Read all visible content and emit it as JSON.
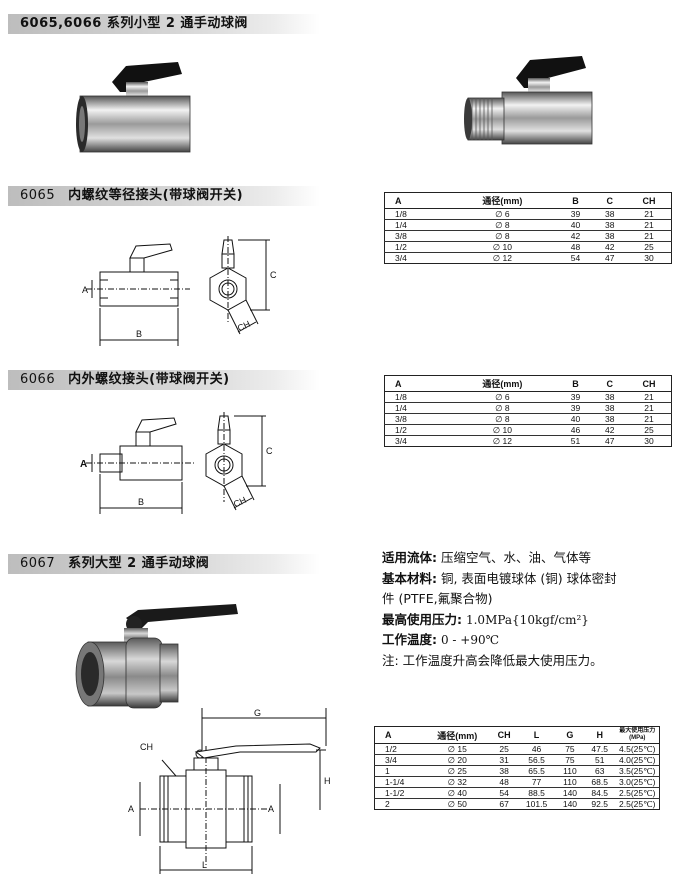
{
  "sections": {
    "s1": {
      "title": "6065,6066 系列小型 2 通手动球阀"
    },
    "s2": {
      "code": "6065",
      "title": "内螺纹等径接头(带球阀开关)"
    },
    "s3": {
      "code": "6066",
      "title": "内外螺纹接头(带球阀开关)"
    },
    "s4": {
      "code": "6067",
      "title": "系列大型 2 通手动球阀"
    }
  },
  "table_6065": {
    "headers": [
      "A",
      "通径(mm)",
      "B",
      "C",
      "CH"
    ],
    "rows": [
      [
        "1/8",
        "∅ 6",
        "39",
        "38",
        "21"
      ],
      [
        "1/4",
        "∅ 8",
        "40",
        "38",
        "21"
      ],
      [
        "3/8",
        "∅ 8",
        "42",
        "38",
        "21"
      ],
      [
        "1/2",
        "∅ 10",
        "48",
        "42",
        "25"
      ],
      [
        "3/4",
        "∅ 12",
        "54",
        "47",
        "30"
      ]
    ]
  },
  "table_6066": {
    "headers": [
      "A",
      "通径(mm)",
      "B",
      "C",
      "CH"
    ],
    "rows": [
      [
        "1/8",
        "∅ 6",
        "39",
        "38",
        "21"
      ],
      [
        "1/4",
        "∅ 8",
        "39",
        "38",
        "21"
      ],
      [
        "3/8",
        "∅ 8",
        "40",
        "38",
        "21"
      ],
      [
        "1/2",
        "∅ 10",
        "46",
        "42",
        "25"
      ],
      [
        "3/4",
        "∅ 12",
        "51",
        "47",
        "30"
      ]
    ]
  },
  "table_6067": {
    "headers": [
      "A",
      "通径(mm)",
      "CH",
      "L",
      "G",
      "H",
      "最大使用压力(MPa)"
    ],
    "rows": [
      [
        "1/2",
        "∅ 15",
        "25",
        "46",
        "75",
        "47.5",
        "4.5(25℃)"
      ],
      [
        "3/4",
        "∅ 20",
        "31",
        "56.5",
        "75",
        "51",
        "4.0(25℃)"
      ],
      [
        "1",
        "∅ 25",
        "38",
        "65.5",
        "110",
        "63",
        "3.5(25℃)"
      ],
      [
        "1-1/4",
        "∅ 32",
        "48",
        "77",
        "110",
        "68.5",
        "3.0(25℃)"
      ],
      [
        "1-1/2",
        "∅ 40",
        "54",
        "88.5",
        "140",
        "84.5",
        "2.5(25℃)"
      ],
      [
        "2",
        "∅ 50",
        "67",
        "101.5",
        "140",
        "92.5",
        "2.5(25℃)"
      ]
    ]
  },
  "info": {
    "fluid_label": "适用流体:",
    "fluid_value": "压缩空气、水、油、气体等",
    "material_label": "基本材料:",
    "material_value": "铜, 表面电镀球体 (铜) 球体密封",
    "material_value2": "件 (PTFE,氟聚合物)",
    "pressure_label": "最高使用压力:",
    "pressure_value": "1.0MPa{10kgf/cm²}",
    "temp_label": "工作温度:",
    "temp_value": "0 - +90℃",
    "note": "注: 工作温度升高会降低最大使用压力。"
  },
  "drawing_labels": {
    "a": "A",
    "b": "B",
    "c": "C",
    "ch": "CH",
    "g": "G",
    "h": "H",
    "l": "L"
  }
}
